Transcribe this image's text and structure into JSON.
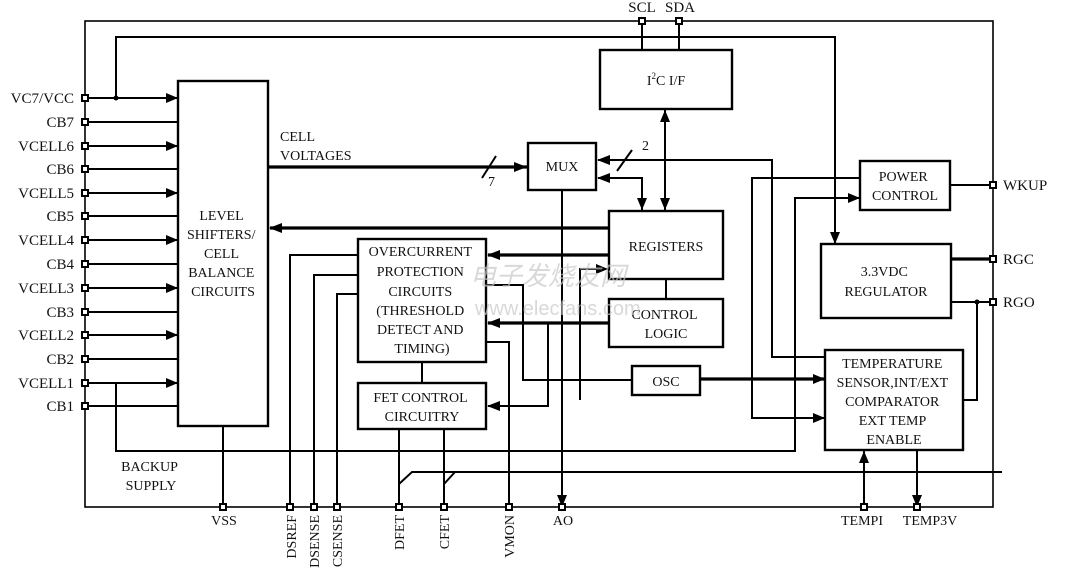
{
  "diagram": {
    "title": "Battery monitor IC block diagram",
    "left_pins": [
      "VC7/VCC",
      "CB7",
      "VCELL6",
      "CB6",
      "VCELL5",
      "CB5",
      "VCELL4",
      "CB4",
      "VCELL3",
      "CB3",
      "VCELL2",
      "CB2",
      "VCELL1",
      "CB1"
    ],
    "top_pins": [
      "SCL",
      "SDA"
    ],
    "right_pins": [
      "WKUP",
      "RGC",
      "RGO"
    ],
    "bottom_pins": {
      "horizontal": [
        "VSS",
        "AO",
        "TEMPI",
        "TEMP3V"
      ],
      "vertical": [
        "DSREF",
        "DSENSE",
        "CSENSE",
        "DFET",
        "CFET",
        "VMON"
      ]
    },
    "blocks": {
      "level_shifters": [
        "LEVEL",
        "SHIFTERS/",
        "CELL",
        "BALANCE",
        "CIRCUITS"
      ],
      "mux": [
        "MUX"
      ],
      "i2c": {
        "main": "I",
        "sup": "2",
        "rest": "C I/F"
      },
      "registers": [
        "REGISTERS"
      ],
      "control_logic": [
        "CONTROL",
        "LOGIC"
      ],
      "overcurrent": [
        "OVERCURRENT",
        "PROTECTION",
        "CIRCUITS",
        "(THRESHOLD",
        "DETECT AND",
        "TIMING)"
      ],
      "fet_control": [
        "FET CONTROL",
        "CIRCUITRY"
      ],
      "osc": [
        "OSC"
      ],
      "power_control": [
        "POWER",
        "CONTROL"
      ],
      "regulator": [
        "3.3VDC",
        "REGULATOR"
      ],
      "temperature": [
        "TEMPERATURE",
        "SENSOR,INT/EXT",
        "COMPARATOR",
        "EXT TEMP",
        "ENABLE"
      ]
    },
    "labels": {
      "cell_voltages": [
        "CELL",
        "VOLTAGES"
      ],
      "bus_7": "7",
      "bus_2": "2",
      "backup_supply": [
        "BACKUP",
        "SUPPLY"
      ]
    },
    "watermark": {
      "cn": "电子发烧友网",
      "url": "www.elecfans.com"
    }
  }
}
